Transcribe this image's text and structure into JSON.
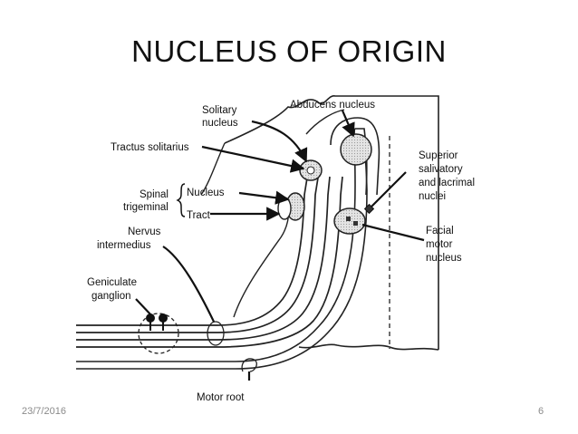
{
  "slide": {
    "title": "NUCLEUS OF ORIGIN",
    "date": "23/7/2016",
    "page_number": "6"
  },
  "diagram": {
    "labels": {
      "solitary_1": "Solitary",
      "solitary_2": "nucleus",
      "abducens": "Abducens nucleus",
      "tractus": "Tractus solitarius",
      "spinal": "Spinal",
      "trigeminal": "trigeminal",
      "nucleus": "Nucleus",
      "tract": "Tract",
      "nervus": "Nervus",
      "intermedius": "intermedius",
      "geniculate": "Geniculate",
      "ganglion": "ganglion",
      "superior": "Superior",
      "salivatory": "salivatory",
      "lacrimal": "and lacrimal",
      "nuclei": "nuclei",
      "facial": "Facial",
      "motor": "motor",
      "fnucleus": "nucleus",
      "motor_root": "Motor root"
    }
  }
}
